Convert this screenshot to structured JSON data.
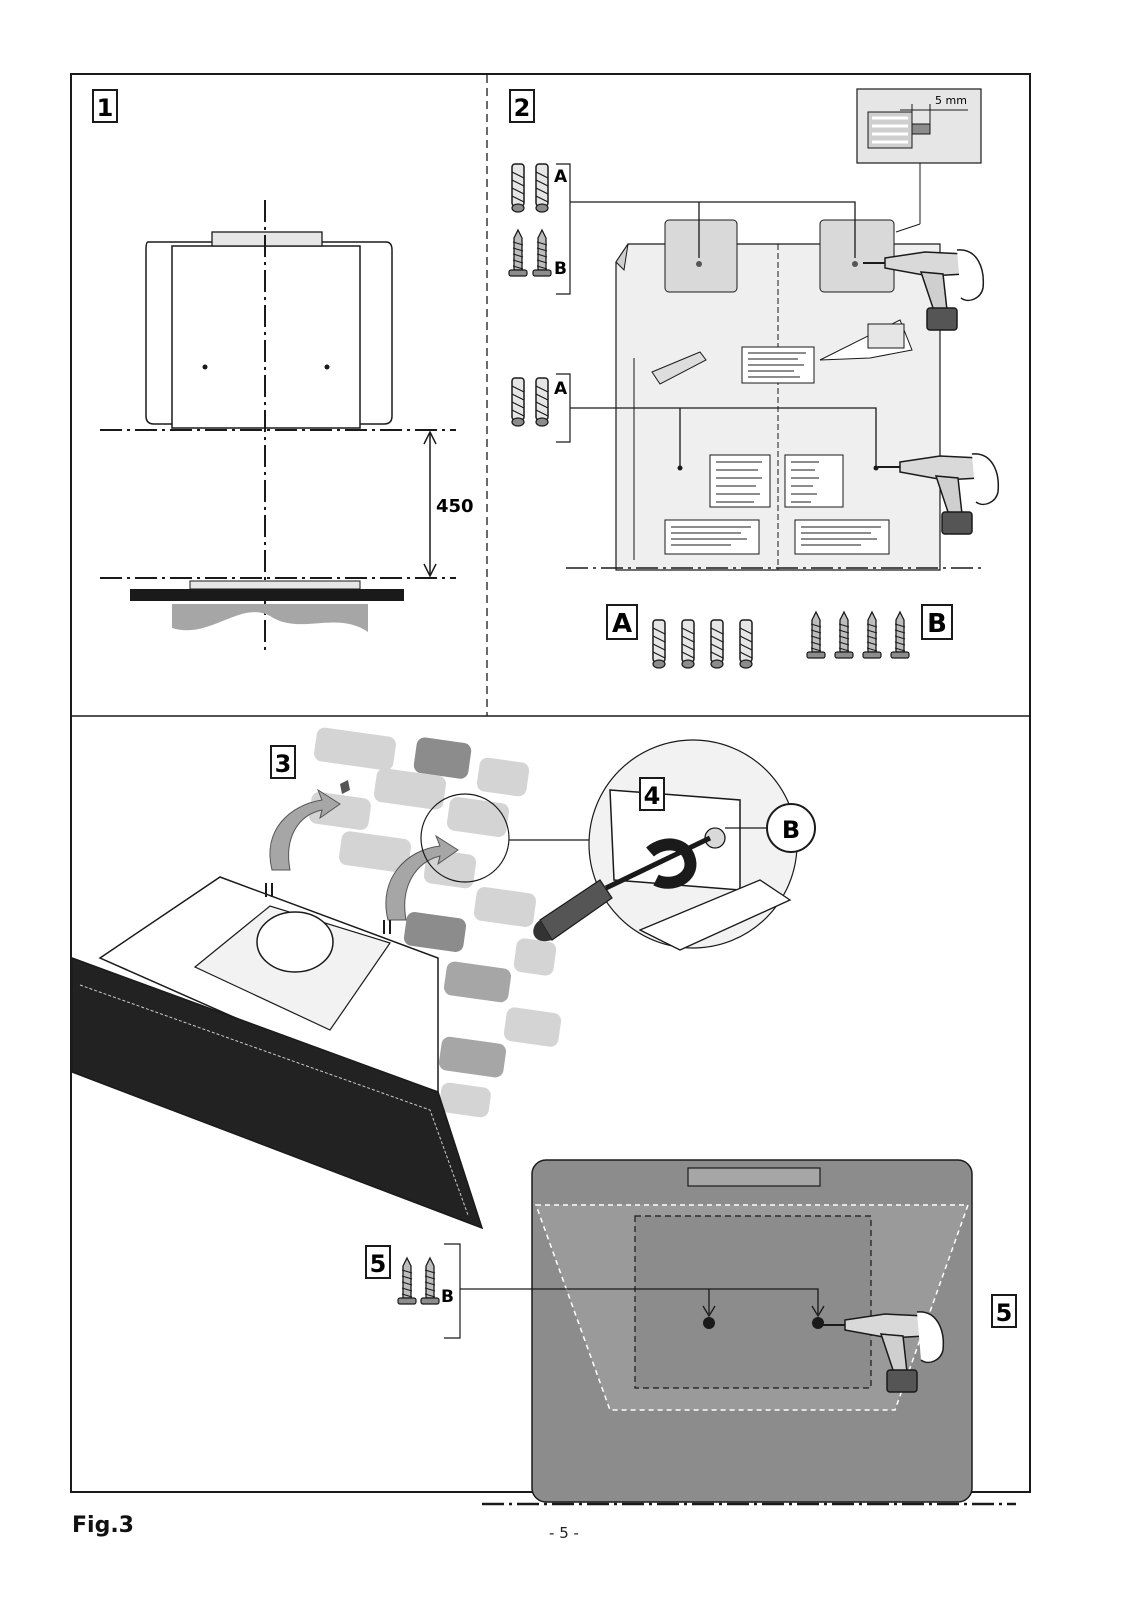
{
  "steps": {
    "step1": "1",
    "step2": "2",
    "step3": "3",
    "step4": "4",
    "step5_left": "5",
    "step5_right": "5"
  },
  "dimensions": {
    "height_450": "450",
    "gap_5mm": "5 mm"
  },
  "hardware": {
    "label_a": "A",
    "label_b": "B",
    "big_label_a": "A",
    "big_label_b": "B",
    "circle_b": "B",
    "step5_b": "B"
  },
  "footer": {
    "fig": "Fig.3",
    "page": "- 5 -"
  },
  "colors": {
    "ink": "#1a1a1a",
    "grey_fill": "#8c8c8c",
    "light_grey": "#d9d9d9",
    "brick": "#c8c8c8"
  },
  "icons": [
    "wall-plug-icon",
    "screw-icon",
    "drill-icon",
    "screwdriver-icon",
    "template-sheet-icon"
  ]
}
